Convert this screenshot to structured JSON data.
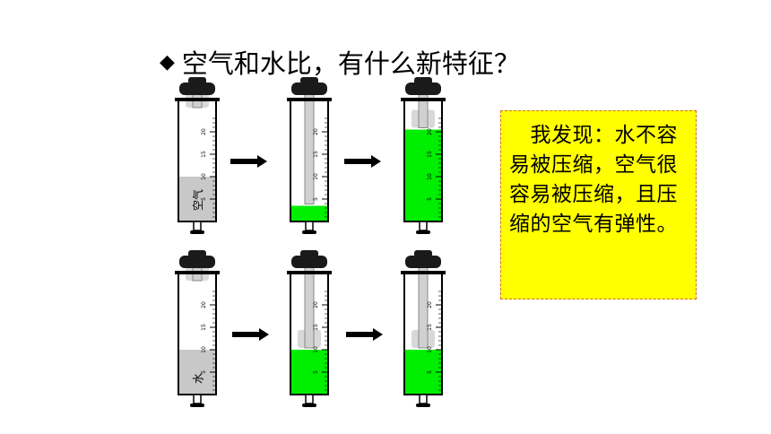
{
  "title": {
    "bullet": "◆",
    "text": "空气和水比，有什么新特征？"
  },
  "note": {
    "text": "　我发现：水不容易被压缩，空气很容易被压缩，且压缩的空气有弹性。"
  },
  "syringe_scale": {
    "marks": [
      "20",
      "15",
      "10",
      "5"
    ]
  },
  "rows": [
    {
      "name": "air-row",
      "syringes": [
        {
          "label": "空气",
          "fill": "#c8c8c8",
          "level": 10,
          "plunger": 25
        },
        {
          "label": "",
          "fill": "#00ee00",
          "level": 3.5,
          "plunger": 3.5
        },
        {
          "label": "",
          "fill": "#00ee00",
          "level": 20.5,
          "plunger": 20.5
        }
      ]
    },
    {
      "name": "water-row",
      "syringes": [
        {
          "label": "水",
          "fill": "#c8c8c8",
          "level": 10,
          "plunger": 25
        },
        {
          "label": "",
          "fill": "#00ee00",
          "level": 10,
          "plunger": 10
        },
        {
          "label": "",
          "fill": "#00ee00",
          "level": 10,
          "plunger": 10
        }
      ]
    }
  ],
  "colors": {
    "air_water_gray": "#c8c8c8",
    "compressed_green": "#00ee00",
    "note_bg": "#ffff00",
    "note_border": "#d06a3a"
  }
}
